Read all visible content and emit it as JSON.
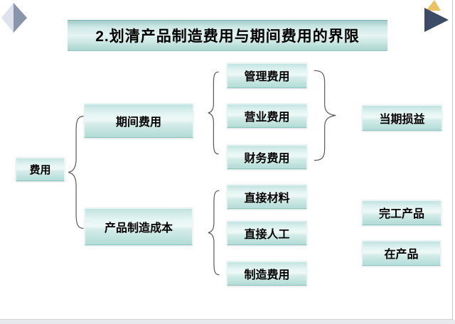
{
  "title": "2.划清产品制造费用与期间费用的界限",
  "diagram": {
    "root": {
      "label": "费用"
    },
    "branches": [
      {
        "label": "期间费用",
        "children": [
          "管理费用",
          "营业费用",
          "财务费用"
        ],
        "result": "当期损益"
      },
      {
        "label": "产品制造成本",
        "children": [
          "直接材料",
          "直接人工",
          "制造费用"
        ],
        "results": [
          "完工产品",
          "在产品"
        ]
      }
    ]
  },
  "colors": {
    "box_fill_light": "#eef9f7",
    "box_fill_dark": "#a8d6d0",
    "box_border_bottom": "#8fc5bf",
    "brace_stroke": "#595959",
    "diamond_left": "#dde2eb",
    "diamond_right": "#8b94ad",
    "corner_navy": "#3c4b66",
    "corner_gold": "#eac462",
    "slide_background": "#ffffff",
    "page_background": "#e8e9ed",
    "text": "#000000"
  }
}
